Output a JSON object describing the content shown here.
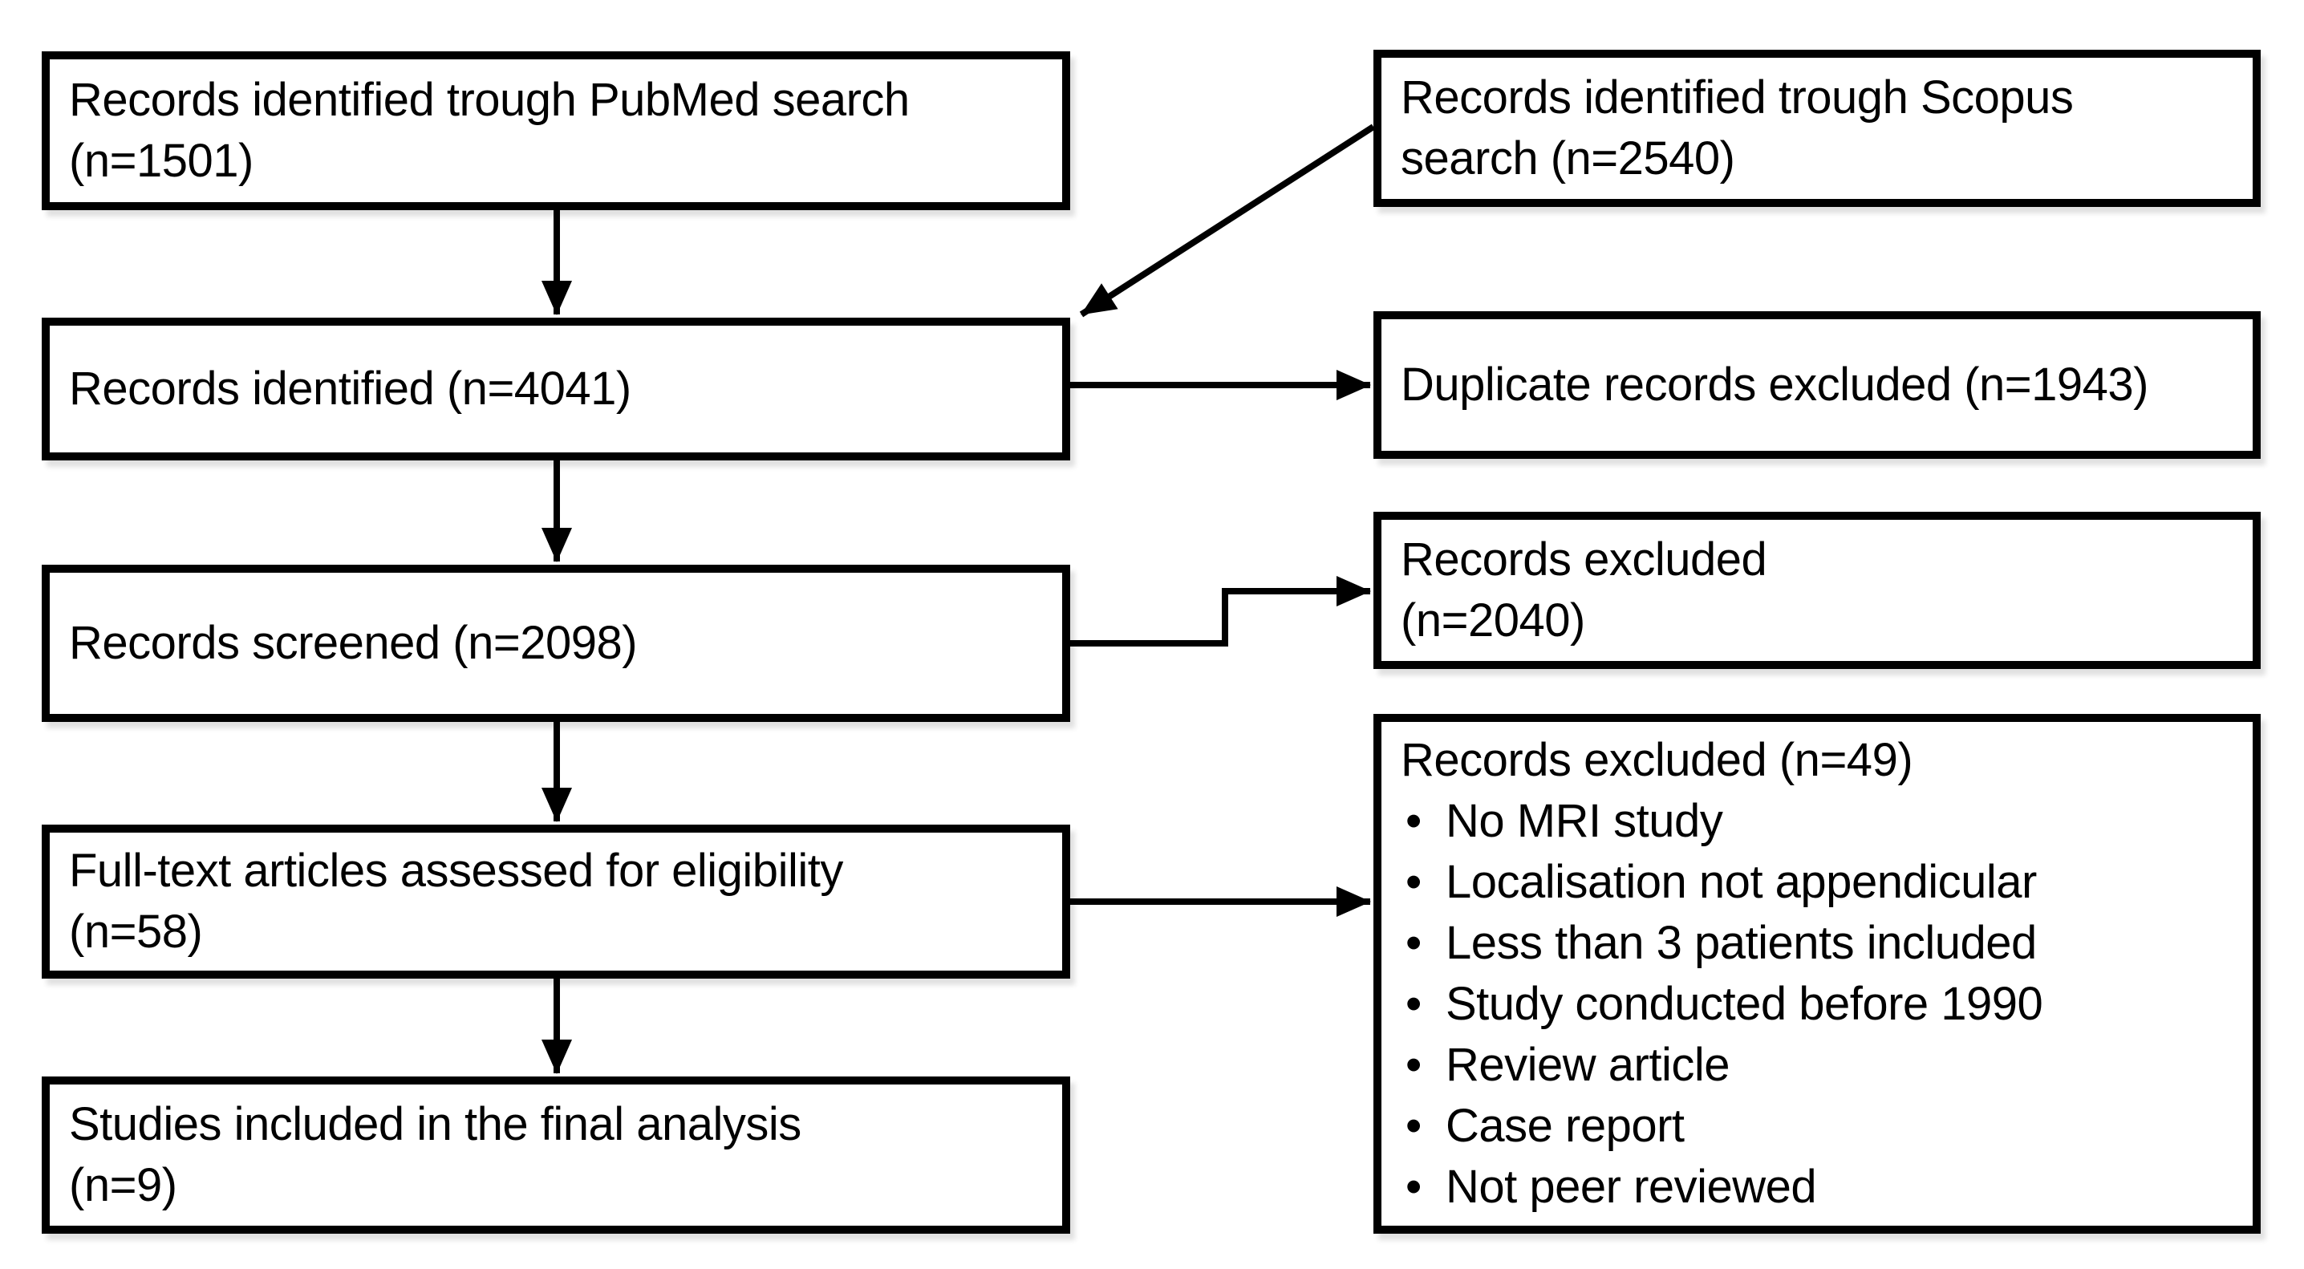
{
  "diagram": {
    "type": "flowchart",
    "colors": {
      "background": "#ffffff",
      "box_fill": "#ffffff",
      "box_border": "#000000",
      "text": "#000000",
      "arrow": "#000000"
    },
    "boxes": {
      "pubmed_search": {
        "text": "Records identified trough PubMed search\n(n=1501)"
      },
      "scopus_search": {
        "text": "Records identified trough Scopus\nsearch (n=2540)"
      },
      "records_identified": {
        "text": "Records identified (n=4041)"
      },
      "duplicates_excluded": {
        "text": "Duplicate records excluded (n=1943)"
      },
      "records_screened": {
        "text": "Records screened (n=2098)"
      },
      "records_excluded_screening": {
        "text": "Records excluded\n(n=2040)"
      },
      "fulltext_assessed": {
        "text": "Full-text articles assessed for eligibility\n(n=58)"
      },
      "fulltext_excluded": {
        "title": "Records excluded (n=49)",
        "reasons": [
          "No MRI study",
          "Localisation not appendicular",
          "Less than 3 patients included",
          "Study conducted before 1990",
          "Review article",
          "Case report",
          "Not peer reviewed"
        ]
      },
      "studies_included": {
        "text": "Studies included in the final analysis\n(n=9)"
      }
    },
    "counts": {
      "pubmed": 1501,
      "scopus": 2540,
      "identified": 4041,
      "duplicates_excluded": 1943,
      "screened": 2098,
      "excluded_screening": 2040,
      "fulltext_assessed": 58,
      "fulltext_excluded": 49,
      "included": 9
    }
  }
}
